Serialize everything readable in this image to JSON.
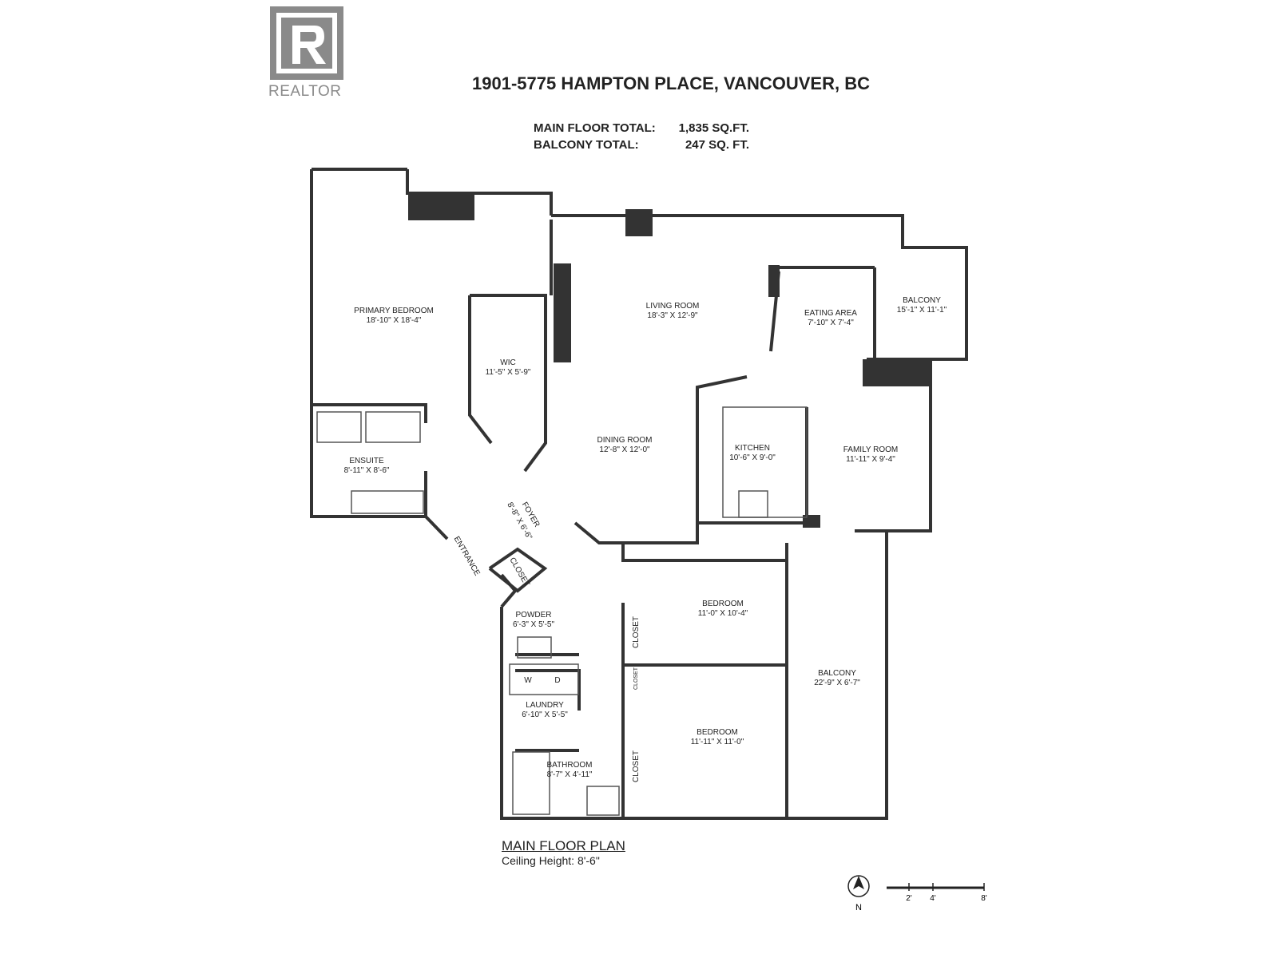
{
  "brand": {
    "name": "REALTOR",
    "mark": "R"
  },
  "address": "1901-5775 HAMPTON PLACE, VANCOUVER, BC",
  "totals": [
    {
      "label": "MAIN FLOOR TOTAL:",
      "value": "1,835 SQ.FT."
    },
    {
      "label": "BALCONY TOTAL:",
      "value": "247 SQ. FT."
    }
  ],
  "rooms": {
    "primary_bedroom": {
      "name": "PRIMARY BEDROOM",
      "size": "18'-10\" X 18'-4\""
    },
    "wic": {
      "name": "WIC",
      "size": "11'-5\" X 5'-9\""
    },
    "living_room": {
      "name": "LIVING ROOM",
      "size": "18'-3\" X 12'-9\""
    },
    "eating_area": {
      "name": "EATING AREA",
      "size": "7'-10\" X 7'-4\""
    },
    "balcony_1": {
      "name": "BALCONY",
      "size": "15'-1\" X 11'-1\""
    },
    "ensuite": {
      "name": "ENSUITE",
      "size": "8'-11\" X 8'-6\""
    },
    "dining_room": {
      "name": "DINING ROOM",
      "size": "12'-8\" X 12'-0\""
    },
    "kitchen": {
      "name": "KITCHEN",
      "size": "10'-6\" X 9'-0\""
    },
    "family_room": {
      "name": "FAMILY ROOM",
      "size": "11'-11\" X 9'-4\""
    },
    "foyer": {
      "name": "FOYER",
      "size": "8'-8\" X 6'-6\""
    },
    "entrance": {
      "name": "ENTRANCE"
    },
    "closet_entry": {
      "name": "CLOSET"
    },
    "powder": {
      "name": "POWDER",
      "size": "6'-3\" X 5'-5\""
    },
    "bedroom_1": {
      "name": "BEDROOM",
      "size": "11'-0\" X 10'-4\""
    },
    "closet_bed1": {
      "name": "CLOSET"
    },
    "closet_small": {
      "name": "CLOSET"
    },
    "laundry": {
      "name": "LAUNDRY",
      "size": "6'-10\" X 5'-5\"",
      "washer": "W",
      "dryer": "D"
    },
    "balcony_2": {
      "name": "BALCONY",
      "size": "22'-9\" X 6'-7\""
    },
    "bedroom_2": {
      "name": "BEDROOM",
      "size": "11'-11\" X 11'-0\""
    },
    "bathroom": {
      "name": "BATHROOM",
      "size": "8'-7\" X 4'-11\""
    },
    "closet_bed2": {
      "name": "CLOSET"
    }
  },
  "plan_title": "MAIN FLOOR PLAN",
  "ceiling": "Ceiling Height: 8'-6\"",
  "north": "N",
  "scale": [
    "2'",
    "4'",
    "8'"
  ],
  "colors": {
    "wall": "#333333",
    "logo": "#8a8a8a"
  }
}
